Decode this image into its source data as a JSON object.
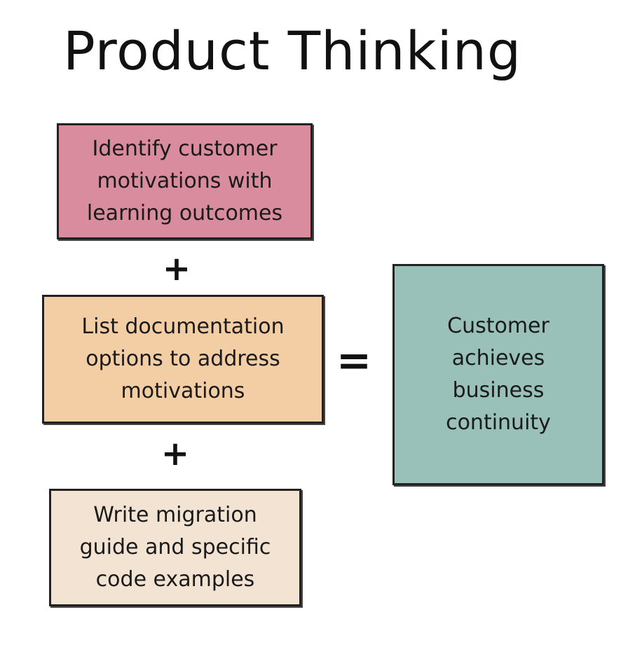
{
  "title": "Product Thinking",
  "colors": {
    "box1_fill": "#d98c9e",
    "box2_fill": "#f3cea5",
    "box3_fill": "#f2e3d2",
    "result_fill": "#9ac1b9",
    "stroke": "#222222"
  },
  "boxes": [
    {
      "lines": [
        "Identify customer",
        "motivations with",
        "learning outcomes"
      ]
    },
    {
      "lines": [
        "List documentation",
        "options to address",
        "motivations"
      ]
    },
    {
      "lines": [
        "Write migration",
        "guide and specific",
        "code examples"
      ]
    }
  ],
  "result": {
    "lines": [
      "Customer",
      "achieves",
      "business",
      "continuity"
    ]
  },
  "operators": {
    "plus": "+",
    "equals": "="
  }
}
